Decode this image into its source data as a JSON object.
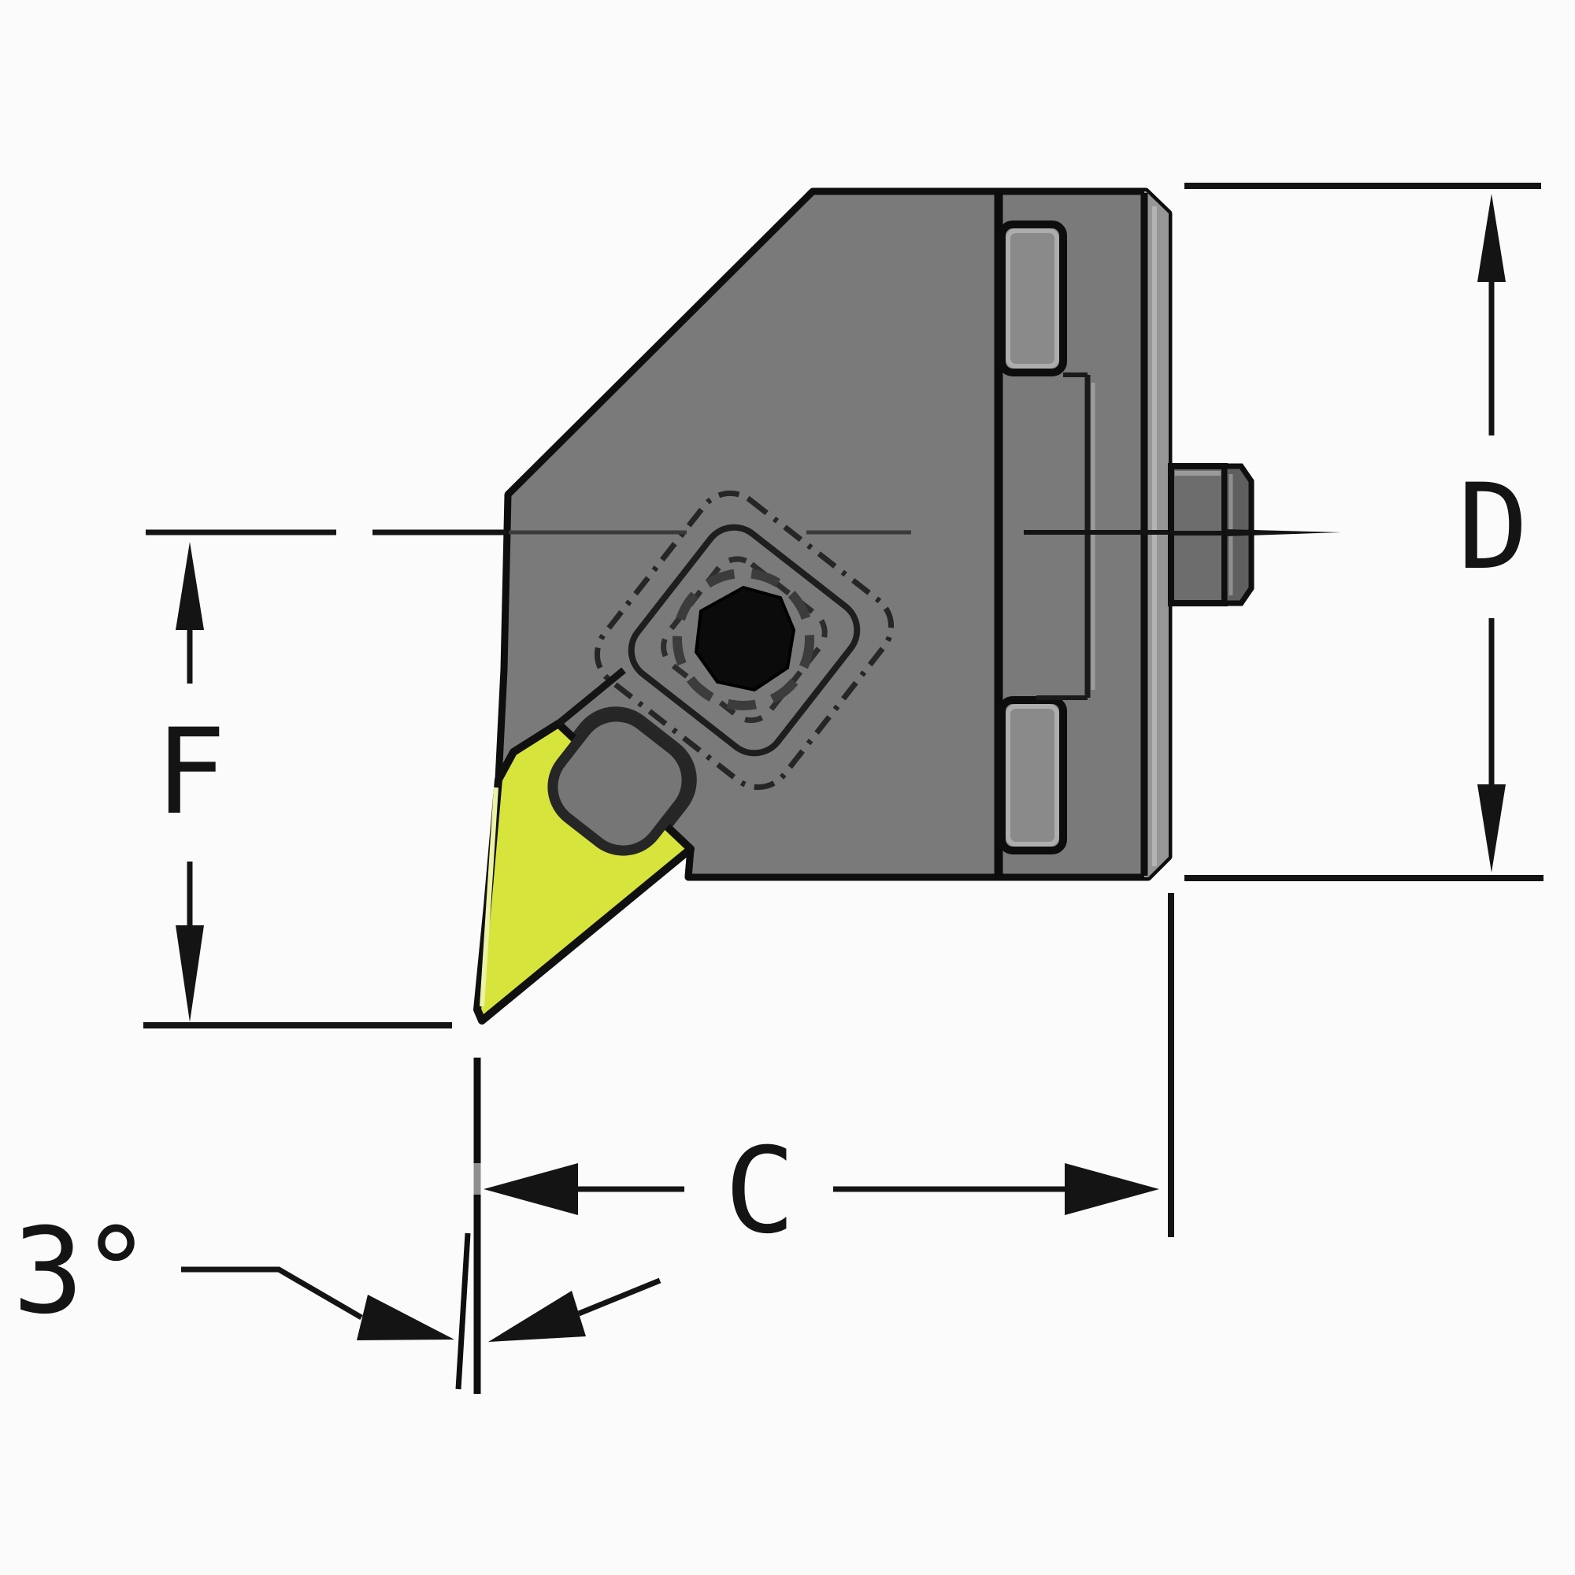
{
  "drawing": {
    "kind": "cutting-tool-head-dimension-diagram",
    "labels": {
      "dim_diameter": "D",
      "dim_face": "F",
      "dim_length": "C",
      "angle_note": "3°"
    }
  },
  "colors": {
    "background": "#fbfbfb",
    "body_gray": "#7a7a7a",
    "side_strip_gray": "#969696",
    "slot_gray": "#8a8a8a",
    "slot_highlight": "#adadad",
    "stub_gray": "#6d6d6d",
    "stub_cap_gray": "#5f5f5f",
    "clamp_gray": "#767676",
    "insert_yellow": "#d7e43c",
    "insert_highlight": "#ecf2a6",
    "hole_black": "#0b0b0b",
    "line_black": "#141414",
    "hidden_line_gray": "#2d2d2d"
  }
}
